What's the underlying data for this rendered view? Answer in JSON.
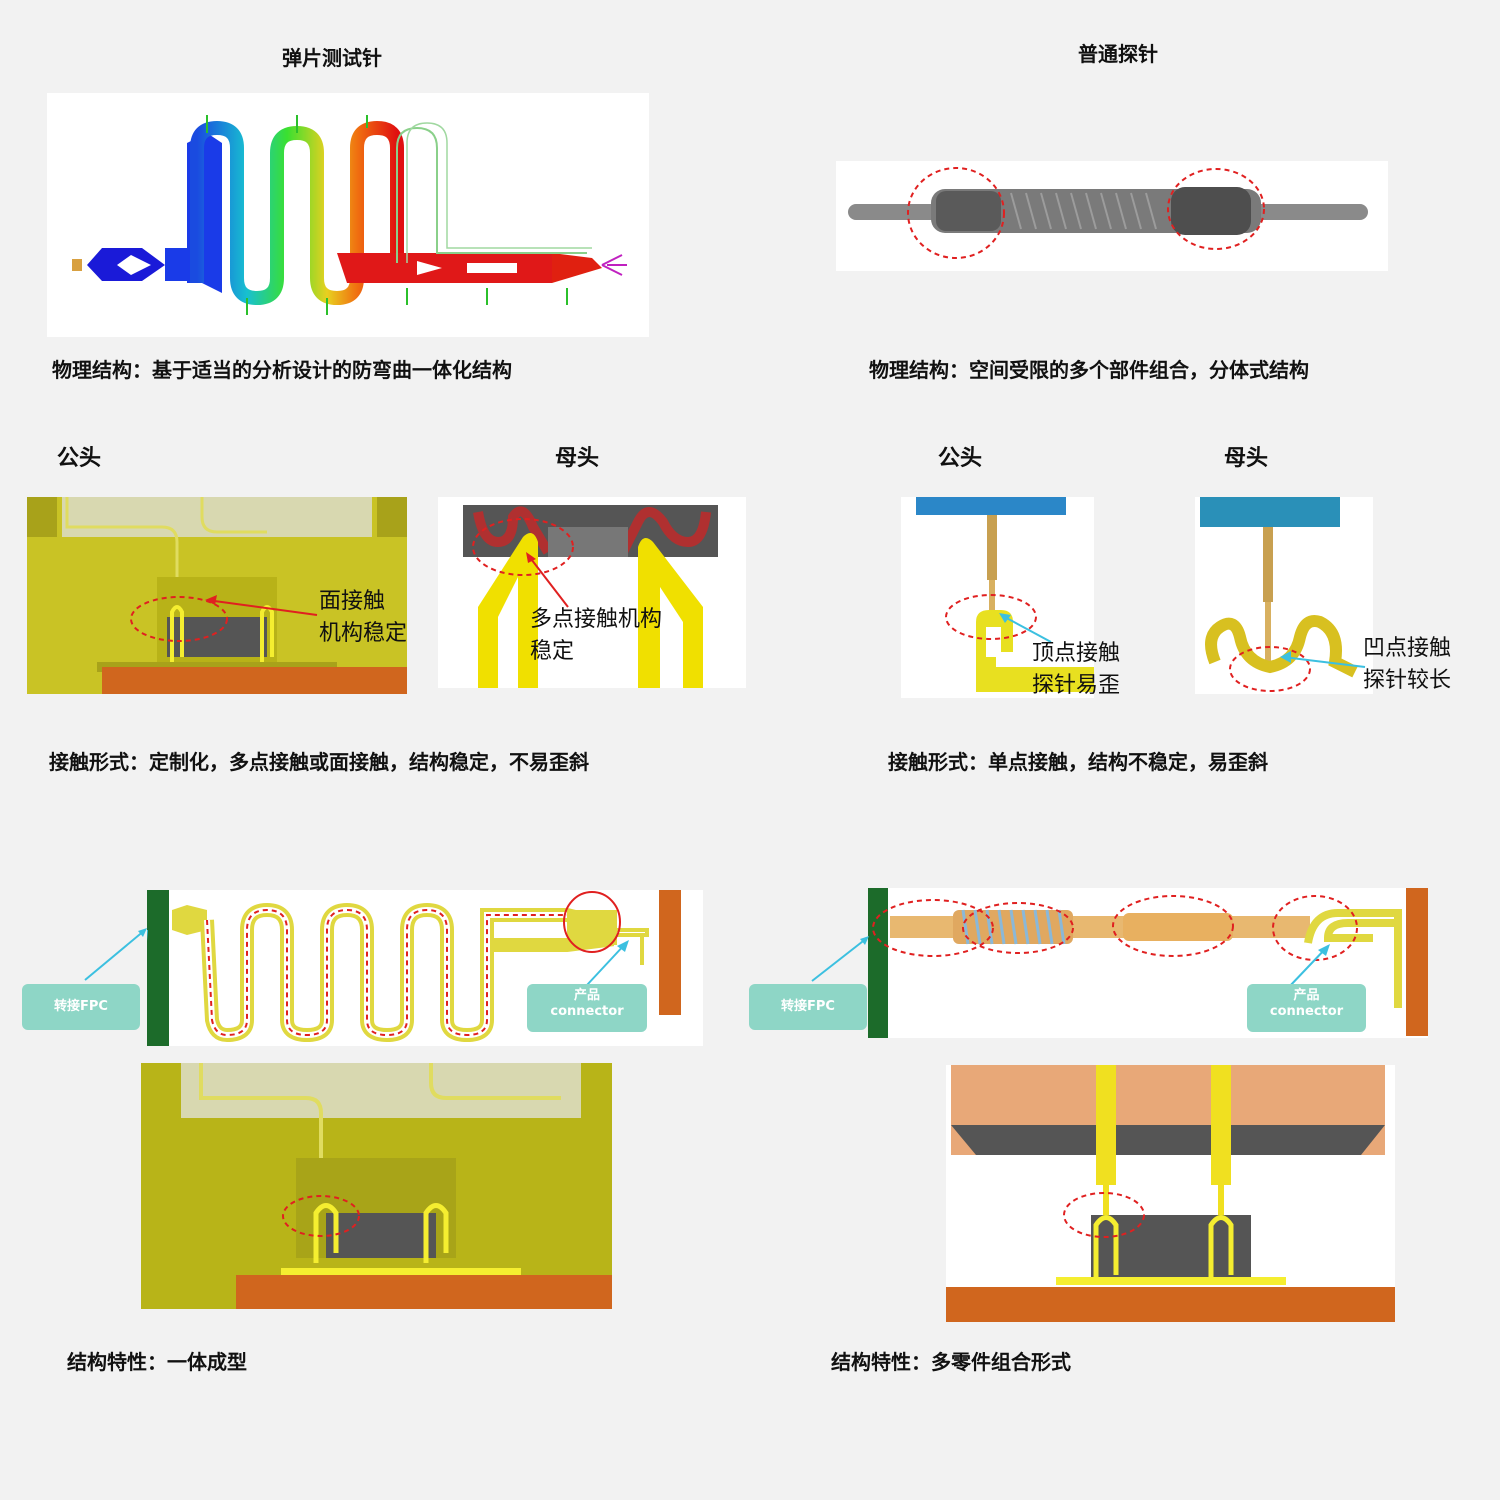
{
  "left": {
    "title": "弹片测试针",
    "physical_caption": "物理结构：基于适当的分析设计的防弯曲一体化结构",
    "male_label": "公头",
    "female_label": "母头",
    "male_callout_line1": "面接触",
    "male_callout_line2": "机构稳定",
    "female_callout_line1": "多点接触机构",
    "female_callout_line2": "稳定",
    "contact_caption": "接触形式：定制化，多点接触或面接触，结构稳定，不易歪斜",
    "fpc_label": "转接FPC",
    "connector_label_line1": "产品",
    "connector_label_line2": "connector",
    "structure_caption": "结构特性：一体成型"
  },
  "right": {
    "title": "普通探针",
    "physical_caption": "物理结构：空间受限的多个部件组合，分体式结构",
    "male_label": "公头",
    "female_label": "母头",
    "male_callout_line1": "顶点接触",
    "male_callout_line2": "探针易歪",
    "female_callout_line1": "凹点接触",
    "female_callout_line2": "探针较长",
    "contact_caption": "接触形式：单点接触，结构不稳定，易歪斜",
    "fpc_label": "转接FPC",
    "connector_label_line1": "产品",
    "connector_label_line2": "connector",
    "structure_caption": "结构特性：多零件组合形式"
  },
  "colors": {
    "yellow_body": "#c9c325",
    "pin_yellow": "#f0e000",
    "copper": "#d0661e",
    "dark_green": "#1c6b2a",
    "highlight_red": "#e02020",
    "arrow_cyan": "#3cc0e0",
    "pill_teal": "#8ed6c6"
  }
}
